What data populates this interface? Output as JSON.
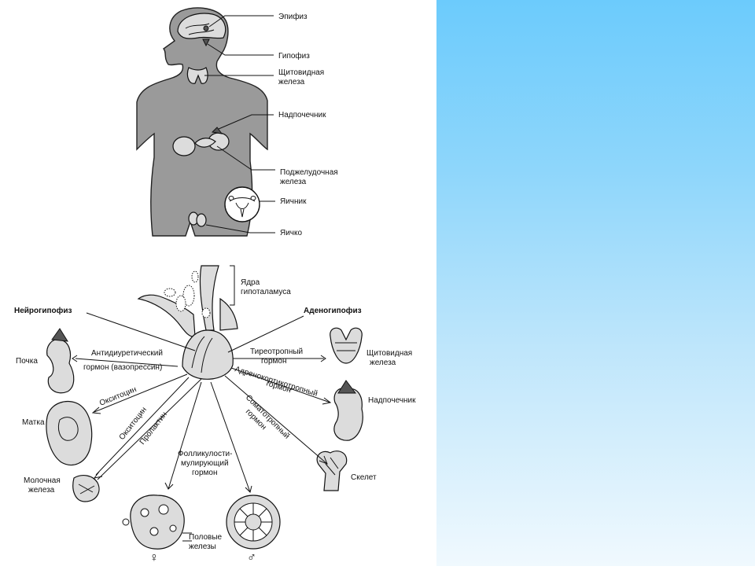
{
  "colors": {
    "accent_gradient_top": "#6ccbfc",
    "accent_gradient_bottom": "#f0f9fe",
    "figure_background": "#ffffff",
    "body_fill": "#9a9a9a"
  },
  "top_figure": {
    "labels": {
      "epiphysis": "Эпифиз",
      "hypophysis": "Гипофиз",
      "thyroid_line1": "Щитовидная",
      "thyroid_line2": "железа",
      "adrenal": "Надпочечник",
      "pancreas_line1": "Поджелудочная",
      "pancreas_line2": "железа",
      "ovary": "Яичник",
      "testis": "Яичко"
    }
  },
  "bottom_figure": {
    "labels": {
      "hypothalamus_line1": "Ядра",
      "hypothalamus_line2": "гипоталамуса",
      "neurohypophysis": "Нейрогипофиз",
      "adenohypophysis": "Аденогипофиз",
      "kidney": "Почка",
      "adh_line1": "Антидиуретический",
      "adh_line2": "гормон (вазопрессин)",
      "tsh_line1": "Тиреотропный",
      "tsh_line2": "гормон",
      "thyroid_line1": "Щитовидная",
      "thyroid_line2": "железа",
      "acth_line1": "Адренокортикотропный",
      "acth_line2": "гормон",
      "adrenal": "Надпочечник",
      "oxytocin_a": "Окситоцин",
      "uterus": "Матка",
      "oxytocin_b": "Окситоцин",
      "prolactin": "Пролактин",
      "somatotropin_line1": "Соматотропный",
      "somatotropin_line2": "гормон",
      "skeleton": "Скелет",
      "fsh_line1": "Фолликулости-",
      "fsh_line2": "мулирующий",
      "fsh_line3": "гормон",
      "mammary_line1": "Молочная",
      "mammary_line2": "железа",
      "gonads_line1": "Половые",
      "gonads_line2": "железы",
      "female_symbol": "♀",
      "male_symbol": "♂"
    }
  }
}
